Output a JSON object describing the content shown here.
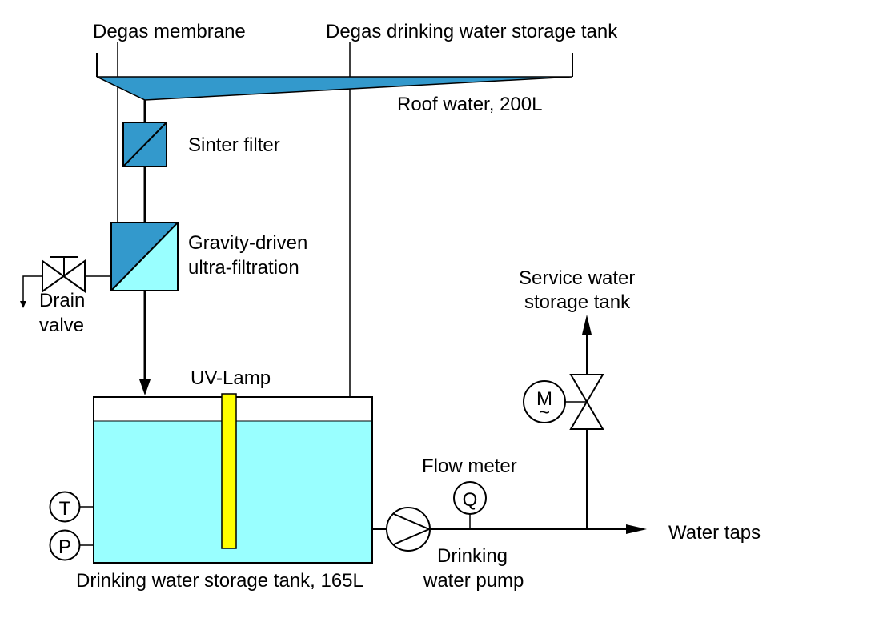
{
  "labels": {
    "degas_membrane": "Degas membrane",
    "degas_tank": "Degas drinking water storage tank",
    "roof_water": "Roof water, 200L",
    "sinter_filter": "Sinter filter",
    "gdu_line1": "Gravity-driven",
    "gdu_line2": "ultra-filtration",
    "drain_line1": "Drain",
    "drain_line2": "valve",
    "uv_lamp": "UV-Lamp",
    "storage_tank": "Drinking water storage tank, 165L",
    "flow_meter": "Flow meter",
    "pump_line1": "Drinking",
    "pump_line2": "water pump",
    "service_line1": "Service water",
    "service_line2": "storage tank",
    "water_taps": "Water taps",
    "temp_symbol": "T",
    "pressure_symbol": "P",
    "flow_symbol": "Q",
    "motor_symbol": "M",
    "motor_ac": "~"
  },
  "colors": {
    "roof_fill": "#3399cc",
    "filter_dark": "#3399cc",
    "filter_light": "#99ffff",
    "tank_water": "#99ffff",
    "uv_lamp": "#ffff00",
    "line": "#000000"
  }
}
